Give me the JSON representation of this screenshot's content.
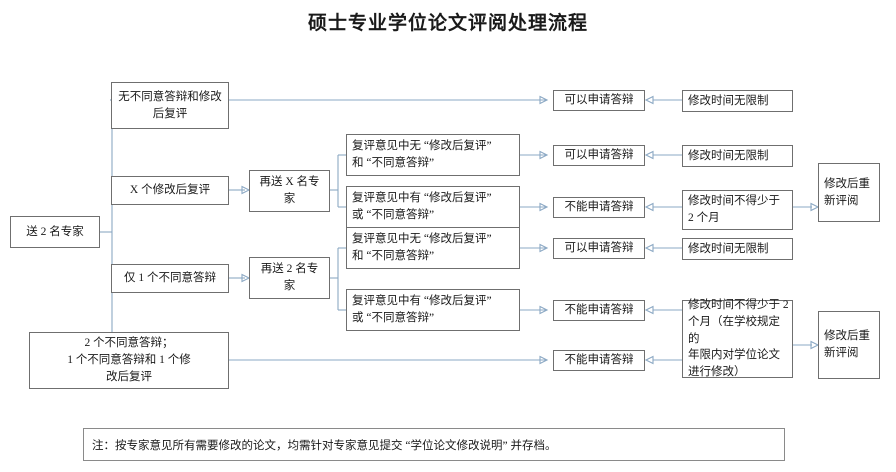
{
  "title": "硕士专业学位论文评阅处理流程",
  "nodes": {
    "start": "送 2 名专家",
    "branch_no_objection": "无不同意答辩和修改\n后复评",
    "branch_x_revise": "X 个修改后复评",
    "branch_one_objection": "仅 1 个不同意答辩",
    "branch_two_objection": "2 个不同意答辩；\n1 个不同意答辩和 1 个修\n改后复评",
    "resend_x": "再送 X 名专\n家",
    "resend_2": "再送 2 名专\n家",
    "review_x_none": "复评意见中无 “修改后复评”\n和 “不同意答辩”",
    "review_x_has": "复评意见中有 “修改后复评”\n或 “不同意答辩”",
    "review_2_none": "复评意见中无 “修改后复评”\n和 “不同意答辩”",
    "review_2_has": "复评意见中有 “修改后复评”\n或 “不同意答辩”",
    "allow_1": "可以申请答辩",
    "allow_2": "可以申请答辩",
    "deny_1": "不能申请答辩",
    "allow_3": "可以申请答辩",
    "deny_2": "不能申请答辩",
    "deny_3": "不能申请答辩",
    "time_1": "修改时间无限制",
    "time_2": "修改时间无限制",
    "time_3": "修改时间不得少于\n2 个月",
    "time_4": "修改时间无限制",
    "time_5": "修改时间不得少于 2\n个月（在学校规定的\n年限内对学位论文\n进行修改）",
    "rereview_1": "修改后重\n新评阅",
    "rereview_2": "修改后重\n新评阅"
  },
  "note": "注：按专家意见所有需要修改的论文，均需针对专家意见提交 “学位论文修改说明” 并存档。",
  "colors": {
    "box_border": "#6f6f6f",
    "connector": "#8ba8c4",
    "background": "#ffffff",
    "text": "#1a1a1a"
  }
}
